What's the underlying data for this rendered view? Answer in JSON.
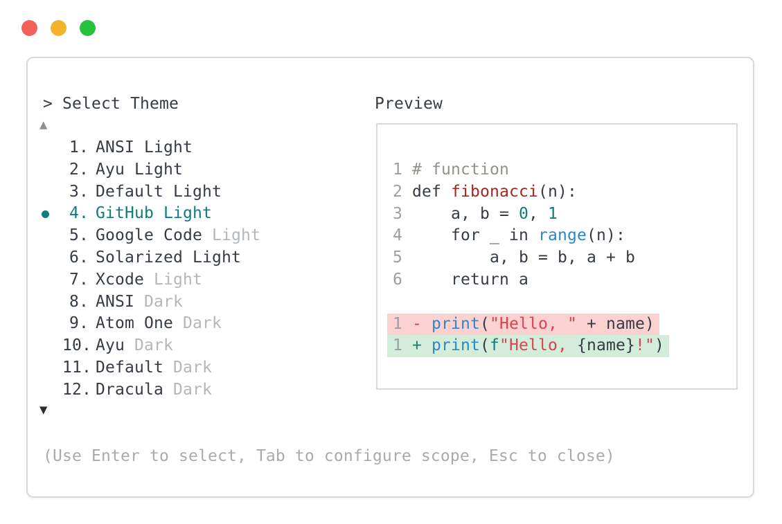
{
  "colors": {
    "border": "#d8d8d8",
    "dark": "#363b44",
    "gray": "#a8abae",
    "suffix": "#b4b7ba",
    "ln": "#9b9fa3",
    "teal": "#0f7c7e",
    "blue": "#2e86c8",
    "string": "#dc4154",
    "func": "#a3271d",
    "comment": "#8e9489",
    "removed_bg": "#fcd2d1",
    "added_bg": "#d4ecda",
    "minus": "#d4404f",
    "plus": "#1b7f72",
    "up": "#8d8f92",
    "down": "#2b2d30",
    "light_red": "#f2615a",
    "light_yellow": "#f2b32d",
    "light_green": "#27c23c"
  },
  "header": {
    "prompt": ">",
    "title": "Select Theme",
    "preview_label": "Preview"
  },
  "theme_list": {
    "scroll_up_indicator": "▲",
    "scroll_down_indicator": "▼",
    "items": [
      {
        "number": "1.",
        "name": "ANSI Light",
        "suffix": "",
        "selected": false
      },
      {
        "number": "2.",
        "name": "Ayu Light",
        "suffix": "",
        "selected": false
      },
      {
        "number": "3.",
        "name": "Default Light",
        "suffix": "",
        "selected": false
      },
      {
        "number": "4.",
        "name": "GitHub Light",
        "suffix": "",
        "selected": true
      },
      {
        "number": "5.",
        "name": "Google Code",
        "suffix": "Light",
        "selected": false
      },
      {
        "number": "6.",
        "name": "Solarized Light",
        "suffix": "",
        "selected": false
      },
      {
        "number": "7.",
        "name": "Xcode",
        "suffix": "Light",
        "selected": false
      },
      {
        "number": "8.",
        "name": "ANSI",
        "suffix": "Dark",
        "selected": false
      },
      {
        "number": "9.",
        "name": "Atom One",
        "suffix": "Dark",
        "selected": false
      },
      {
        "number": "10.",
        "name": "Ayu",
        "suffix": "Dark",
        "selected": false
      },
      {
        "number": "11.",
        "name": "Default",
        "suffix": "Dark",
        "selected": false
      },
      {
        "number": "12.",
        "name": "Dracula",
        "suffix": "Dark",
        "selected": false
      }
    ]
  },
  "preview": {
    "code_lines": [
      {
        "num": "1",
        "tokens": [
          {
            "t": "# function",
            "c": "comment"
          }
        ]
      },
      {
        "num": "2",
        "tokens": [
          {
            "t": "def ",
            "c": "plain"
          },
          {
            "t": "fibonacci",
            "c": "func"
          },
          {
            "t": "(n):",
            "c": "plain"
          }
        ]
      },
      {
        "num": "3",
        "tokens": [
          {
            "t": "    a, b = ",
            "c": "plain"
          },
          {
            "t": "0",
            "c": "num"
          },
          {
            "t": ", ",
            "c": "plain"
          },
          {
            "t": "1",
            "c": "num"
          }
        ]
      },
      {
        "num": "4",
        "tokens": [
          {
            "t": "    for _ in ",
            "c": "plain"
          },
          {
            "t": "range",
            "c": "builtin"
          },
          {
            "t": "(n):",
            "c": "plain"
          }
        ]
      },
      {
        "num": "5",
        "tokens": [
          {
            "t": "        a, b = b, a + b",
            "c": "plain"
          }
        ]
      },
      {
        "num": "6",
        "tokens": [
          {
            "t": "    return a",
            "c": "plain"
          }
        ]
      },
      {
        "num": "",
        "tokens": []
      }
    ],
    "diff_lines": [
      {
        "num": "1",
        "sign": "-",
        "kind": "removed",
        "sign_class": "minus",
        "tokens": [
          {
            "t": "print",
            "c": "builtin"
          },
          {
            "t": "(",
            "c": "plain"
          },
          {
            "t": "\"Hello, \"",
            "c": "string"
          },
          {
            "t": " + name)",
            "c": "plain"
          }
        ]
      },
      {
        "num": "1",
        "sign": "+",
        "kind": "added",
        "sign_class": "plus",
        "tokens": [
          {
            "t": "print",
            "c": "builtin"
          },
          {
            "t": "(",
            "c": "plain"
          },
          {
            "t": "f",
            "c": "num"
          },
          {
            "t": "\"Hello, ",
            "c": "string"
          },
          {
            "t": "{name}",
            "c": "plain"
          },
          {
            "t": "!\"",
            "c": "string"
          },
          {
            "t": ")",
            "c": "plain"
          }
        ]
      }
    ]
  },
  "footer": {
    "hint": "(Use Enter to select, Tab to configure scope, Esc to close)"
  }
}
